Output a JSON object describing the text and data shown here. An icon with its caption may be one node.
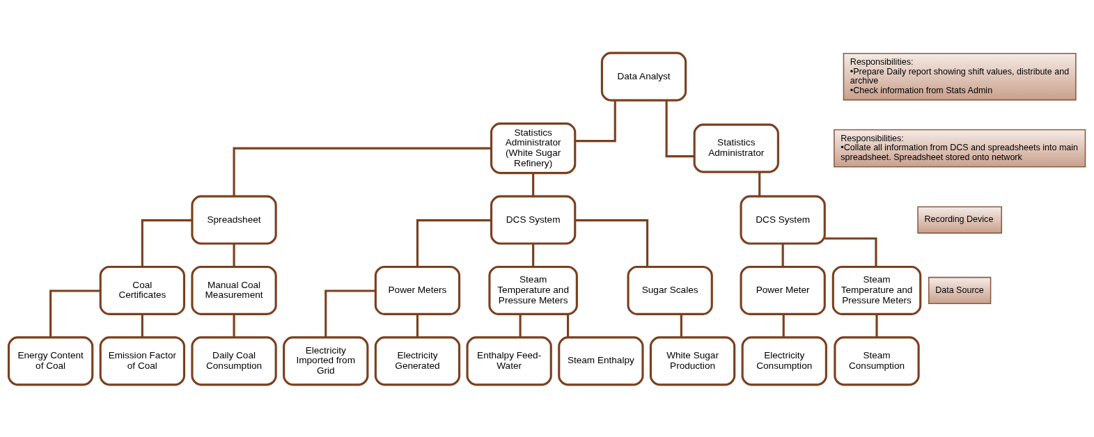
{
  "diagram": {
    "nodes": [
      {
        "text": [
          "Data Analyst"
        ]
      },
      {
        "text": [
          "Statistics Administrator (White Sugar Refinery)"
        ]
      },
      {
        "text": [
          "Statistics Administrator"
        ]
      },
      {
        "text": [
          "Spreadsheet"
        ]
      },
      {
        "text": [
          "DCS System"
        ]
      },
      {
        "text": [
          "DCS System"
        ]
      },
      {
        "text": [
          "Coal Certificates"
        ]
      },
      {
        "text": [
          "Manual Coal Measurement"
        ]
      },
      {
        "text": [
          "Power Meters"
        ]
      },
      {
        "text": [
          "Steam Temperature and Pressure Meters"
        ]
      },
      {
        "text": [
          "Sugar Scales"
        ]
      },
      {
        "text": [
          "Power Meter"
        ]
      },
      {
        "text": [
          "Steam Temperature and Pressure Meters"
        ]
      },
      {
        "text": [
          "Energy Content of Coal"
        ]
      },
      {
        "text": [
          "Emission Factor of Coal"
        ]
      },
      {
        "text": [
          "Daily Coal Consumption"
        ]
      },
      {
        "text": [
          "Electricity Imported from Grid"
        ]
      },
      {
        "text": [
          "Electricity Generated"
        ]
      },
      {
        "text": [
          "Enthalpy Feed-Water"
        ]
      },
      {
        "text": [
          "Steam Enthalpy"
        ]
      },
      {
        "text": [
          "White Sugar Production"
        ]
      },
      {
        "text": [
          "Electricity Consumption"
        ]
      },
      {
        "text": [
          "Steam Consumption"
        ]
      },
      {
        "text": [
          "Responsibilities:",
          "•Prepare Daily report showing shift values, distribute and archive",
          "•Check information from Stats Admin"
        ]
      },
      {
        "text": [
          "Responsibilities:",
          "•Collate all information from DCS and spreadsheets into main spreadsheet. Spreadsheet stored onto network"
        ]
      },
      {
        "text": [
          "Recording Device"
        ]
      },
      {
        "text": [
          "Data Source"
        ]
      }
    ],
    "edges": [
      {
        "from": 0,
        "to": 1,
        "arrow": "none"
      },
      {
        "from": 0,
        "to": 2,
        "arrow": "none"
      },
      {
        "from": 1,
        "to": 3,
        "arrow": "none"
      },
      {
        "from": 1,
        "to": 4,
        "arrow": "none"
      },
      {
        "from": 2,
        "to": 5,
        "arrow": "none"
      },
      {
        "from": 3,
        "to": 6,
        "arrow": "none"
      },
      {
        "from": 3,
        "to": 7,
        "arrow": "none"
      },
      {
        "from": 4,
        "to": 8,
        "arrow": "none"
      },
      {
        "from": 4,
        "to": 9,
        "arrow": "none"
      },
      {
        "from": 4,
        "to": 10,
        "arrow": "none"
      },
      {
        "from": 5,
        "to": 11,
        "arrow": "none"
      },
      {
        "from": 5,
        "to": 12,
        "arrow": "none"
      },
      {
        "from": 6,
        "to": 13,
        "arrow": "none"
      },
      {
        "from": 6,
        "to": 14,
        "arrow": "none"
      },
      {
        "from": 7,
        "to": 15,
        "arrow": "none"
      },
      {
        "from": 8,
        "to": 16,
        "arrow": "none"
      },
      {
        "from": 8,
        "to": 17,
        "arrow": "none"
      },
      {
        "from": 9,
        "to": 18,
        "arrow": "none"
      },
      {
        "from": 9,
        "to": 19,
        "arrow": "none"
      },
      {
        "from": 10,
        "to": 20,
        "arrow": "none"
      },
      {
        "from": 11,
        "to": 21,
        "arrow": "none"
      },
      {
        "from": 12,
        "to": 22,
        "arrow": "none"
      }
    ]
  }
}
